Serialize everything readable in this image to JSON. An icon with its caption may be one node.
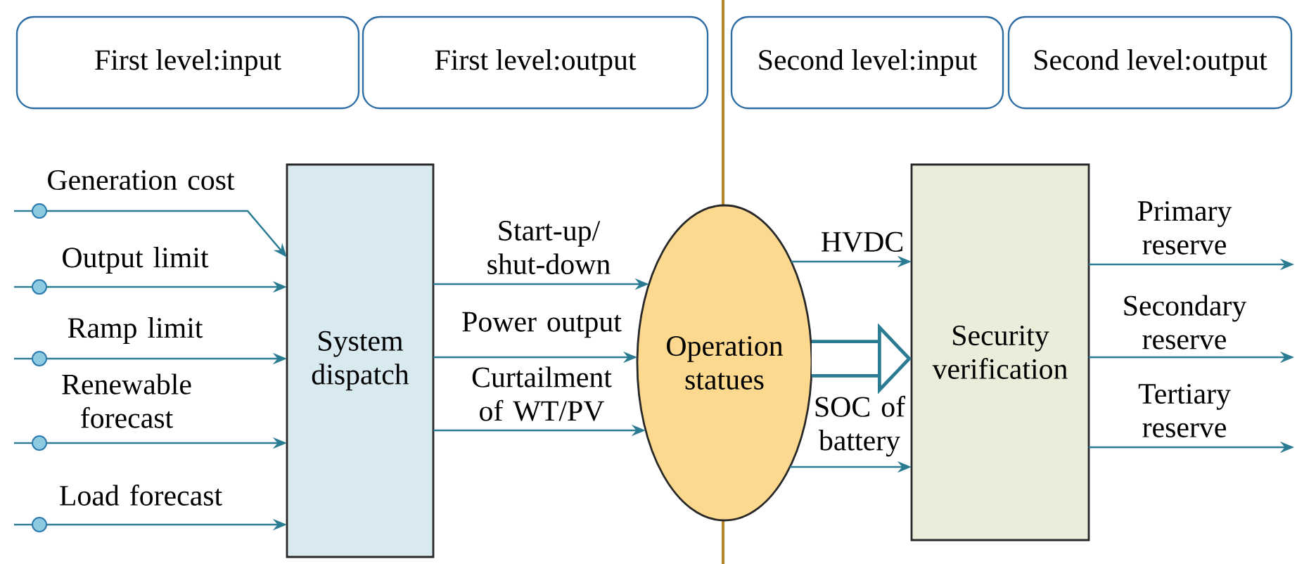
{
  "diagram": {
    "nodes": [
      {
        "text": [
          "First level:input"
        ]
      },
      {
        "text": [
          "First level:output"
        ]
      },
      {
        "text": [
          "Second level:input"
        ]
      },
      {
        "text": [
          "Second level:output"
        ]
      },
      {
        "text": [],
        "shape": "circle"
      },
      {
        "text": [],
        "shape": "circle"
      },
      {
        "text": [],
        "shape": "circle"
      },
      {
        "text": [],
        "shape": "circle"
      },
      {
        "text": [],
        "shape": "circle"
      },
      {
        "text": [
          "System dispatch"
        ]
      },
      {
        "text": [
          "Operation statues"
        ]
      },
      {
        "text": [
          "Security verification"
        ]
      }
    ],
    "edges": [
      {
        "from": 4,
        "to": 9,
        "arrow": "to",
        "label": "Generation cost"
      },
      {
        "from": 5,
        "to": 9,
        "arrow": "to",
        "label": "Output limit"
      },
      {
        "from": 6,
        "to": 9,
        "arrow": "to",
        "label": "Ramp limit"
      },
      {
        "from": 7,
        "to": 9,
        "arrow": "to",
        "label": "Renewable forecast"
      },
      {
        "from": 8,
        "to": 9,
        "arrow": "to",
        "label": "Load forecast"
      },
      {
        "from": 9,
        "to": 10,
        "arrow": "to",
        "label": "Start-up/ shut-down"
      },
      {
        "from": 9,
        "to": 10,
        "arrow": "to",
        "label": "Power output"
      },
      {
        "from": 9,
        "to": 10,
        "arrow": "to",
        "label": "Curtailment of WT/PV"
      },
      {
        "from": 10,
        "to": 11,
        "arrow": "to",
        "label": "HVDC"
      },
      {
        "from": 10,
        "to": 11,
        "arrow": "to",
        "style": "thick"
      },
      {
        "from": 10,
        "to": 11,
        "arrow": "to",
        "label": "SOC of battery"
      },
      {
        "from": 11,
        "to": null,
        "arrow": "to",
        "label": "Primary reserve"
      },
      {
        "from": 11,
        "to": null,
        "arrow": "to",
        "label": "Secondary reserve"
      },
      {
        "from": 11,
        "to": null,
        "arrow": "to",
        "label": "Tertiary reserve"
      }
    ]
  }
}
